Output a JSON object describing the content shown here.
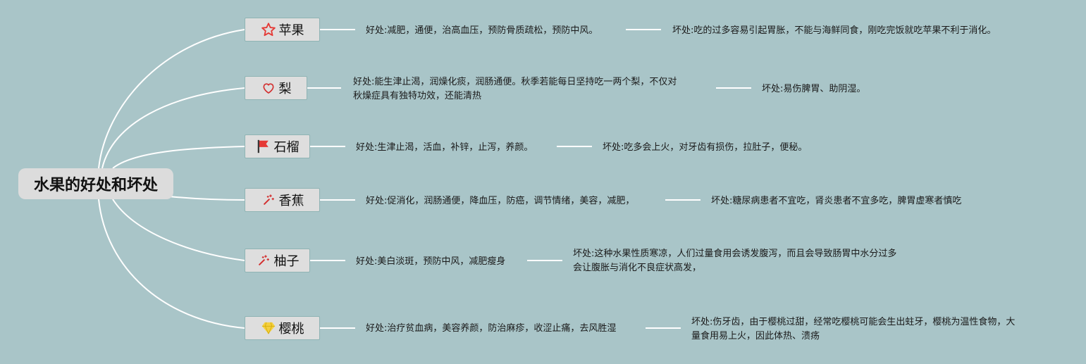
{
  "root": {
    "label": "水果的好处和坏处"
  },
  "fruits": [
    {
      "name": "苹果",
      "icon": "star-icon",
      "good": "好处:减肥，通便，治高血压，预防骨质疏松，预防中风。",
      "bad": "坏处:吃的过多容易引起胃胀，不能与海鲜同食，刚吃完饭就吃苹果不利于消化。"
    },
    {
      "name": "梨",
      "icon": "heart-icon",
      "good": [
        "好处:能生津止渴，润燥化痰，润肠通便。秋季若能每日坚持吃一两个梨，不仅对",
        "秋燥症具有独特功效，还能清热"
      ],
      "bad": "坏处:易伤脾胃、助阴湿。"
    },
    {
      "name": "石榴",
      "icon": "flag-icon",
      "good": "好处:生津止渴，活血，补锌，止泻，养颜。",
      "bad": "坏处:吃多会上火，对牙齿有损伤，拉肚子，便秘。"
    },
    {
      "name": "香蕉",
      "icon": "wand-icon",
      "good": "好处:促消化，润肠通便，降血压，防癌，调节情绪，美容，减肥，",
      "bad": "坏处:糖尿病患者不宜吃，肾炎患者不宜多吃，脾胃虚寒者慎吃"
    },
    {
      "name": "柚子",
      "icon": "wand-icon",
      "good": "好处:美白淡斑，预防中风，减肥瘦身",
      "bad": [
        "坏处:这种水果性质寒凉，人们过量食用会诱发腹泻，而且会导致肠胃中水分过多",
        "会让腹胀与消化不良症状高发，"
      ]
    },
    {
      "name": "樱桃",
      "icon": "gem-icon",
      "good": "好处:治疗贫血病，美容养颜，防治麻疹，收涩止痛，去风胜湿",
      "bad": [
        "坏处:伤牙齿，由于樱桃过甜，经常吃樱桃可能会生出蛀牙，樱桃为温性食物，大",
        "量食用易上火，因此体热、溃疡"
      ]
    }
  ],
  "colors": {
    "background": "#a9c5c8",
    "line": "#ffffff",
    "star": "#e53935",
    "heart": "#d32f2f",
    "flag": "#e53935",
    "wand": "#d32f2f",
    "gem": "#f4d03f"
  }
}
